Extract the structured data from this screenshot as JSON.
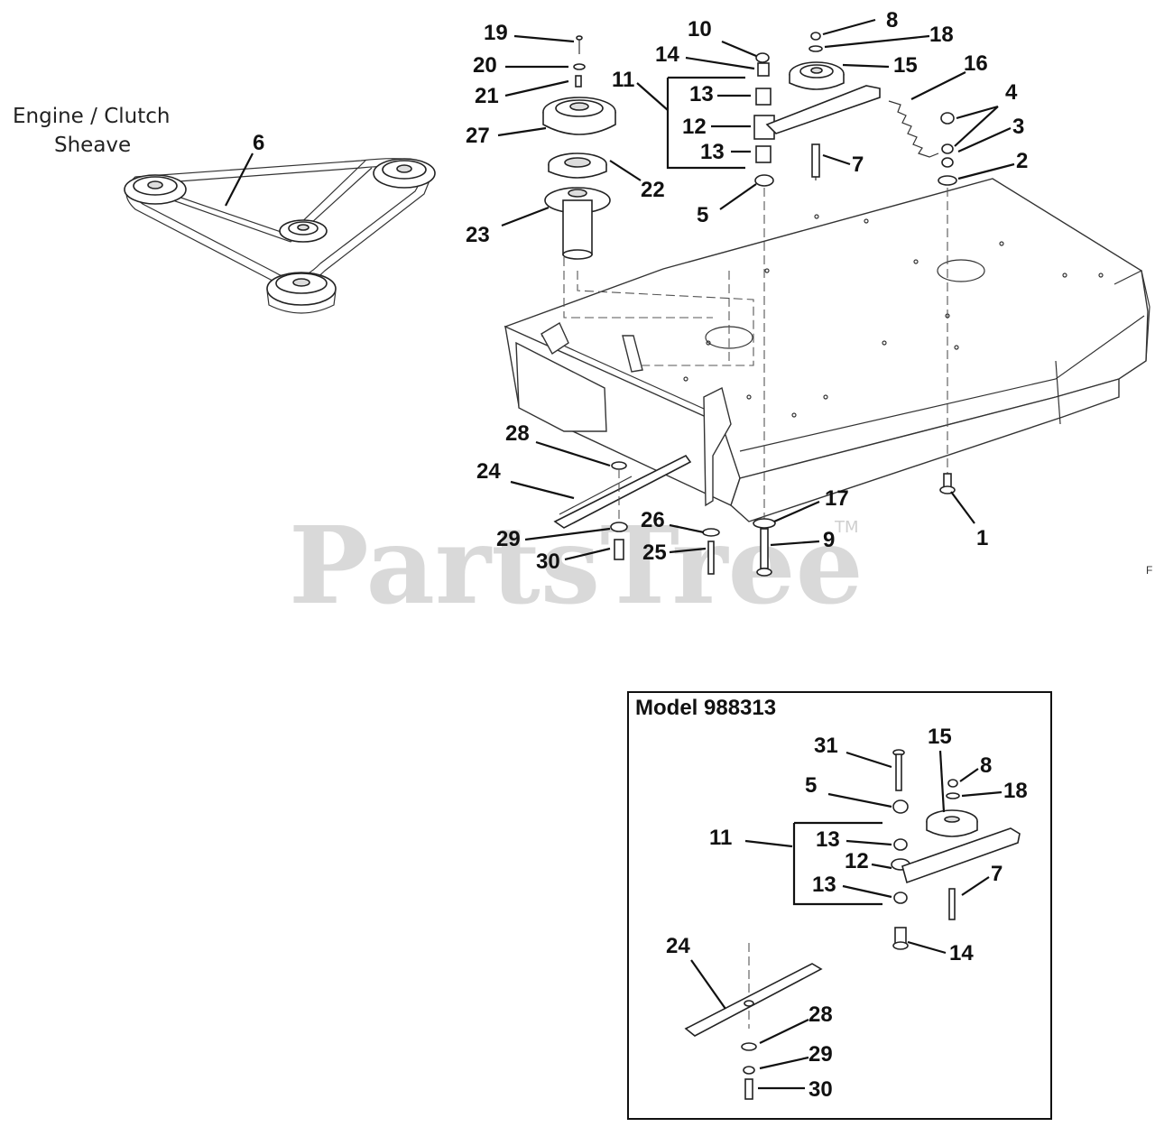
{
  "sheave_caption": {
    "line1": "Engine / Clutch",
    "line2": "Sheave"
  },
  "watermark": {
    "text": "PartsTree",
    "tm": "TM"
  },
  "edge_mark": "F",
  "main_labels": [
    "19",
    "20",
    "21",
    "27",
    "10",
    "14",
    "11",
    "13",
    "12",
    "13",
    "8",
    "18",
    "15",
    "16",
    "4",
    "3",
    "2",
    "7",
    "22",
    "23",
    "5",
    "6",
    "28",
    "24",
    "29",
    "30",
    "26",
    "25",
    "17",
    "9",
    "1"
  ],
  "inset": {
    "title": "Model 988313",
    "labels": [
      "31",
      "15",
      "8",
      "18",
      "5",
      "11",
      "13",
      "12",
      "13",
      "7",
      "14",
      "24",
      "28",
      "29",
      "30"
    ]
  }
}
